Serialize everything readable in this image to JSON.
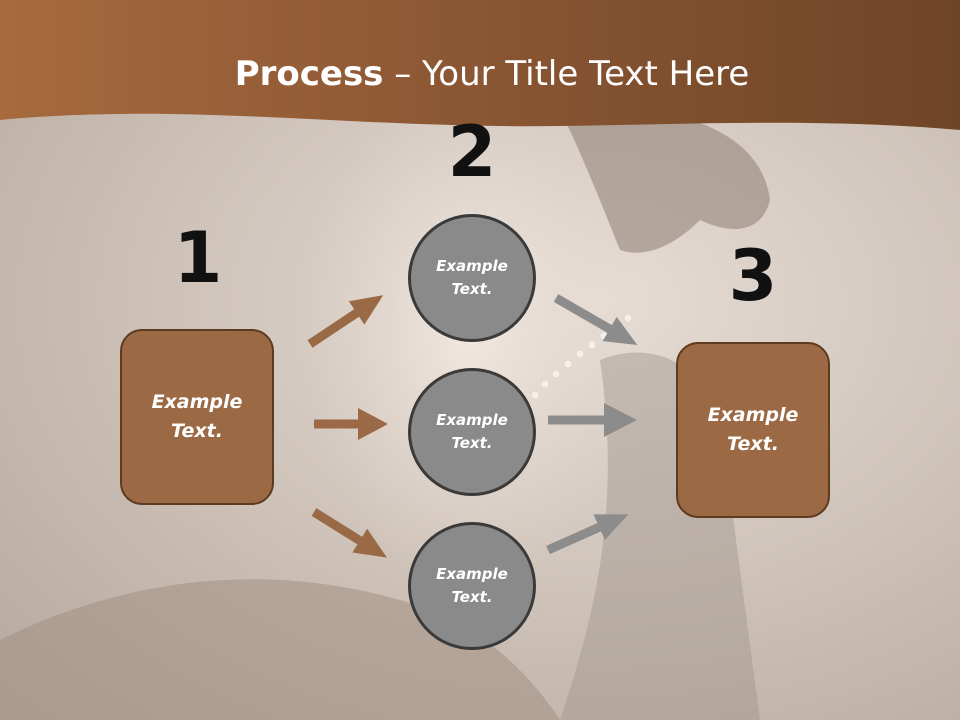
{
  "title": {
    "bold": "Process",
    "rest": " – Your Title Text Here"
  },
  "steps": [
    {
      "number": "1",
      "text": "Example Text."
    },
    {
      "number": "2",
      "items": [
        "Example Text.",
        "Example Text.",
        "Example Text."
      ]
    },
    {
      "number": "3",
      "text": "Example Text."
    }
  ],
  "colors": {
    "header": "#8b5a36",
    "box": "#9b6a45",
    "circle": "#8a8a8a",
    "arrow_brown": "#9a6a46",
    "arrow_gray": "#8c8c8c"
  }
}
